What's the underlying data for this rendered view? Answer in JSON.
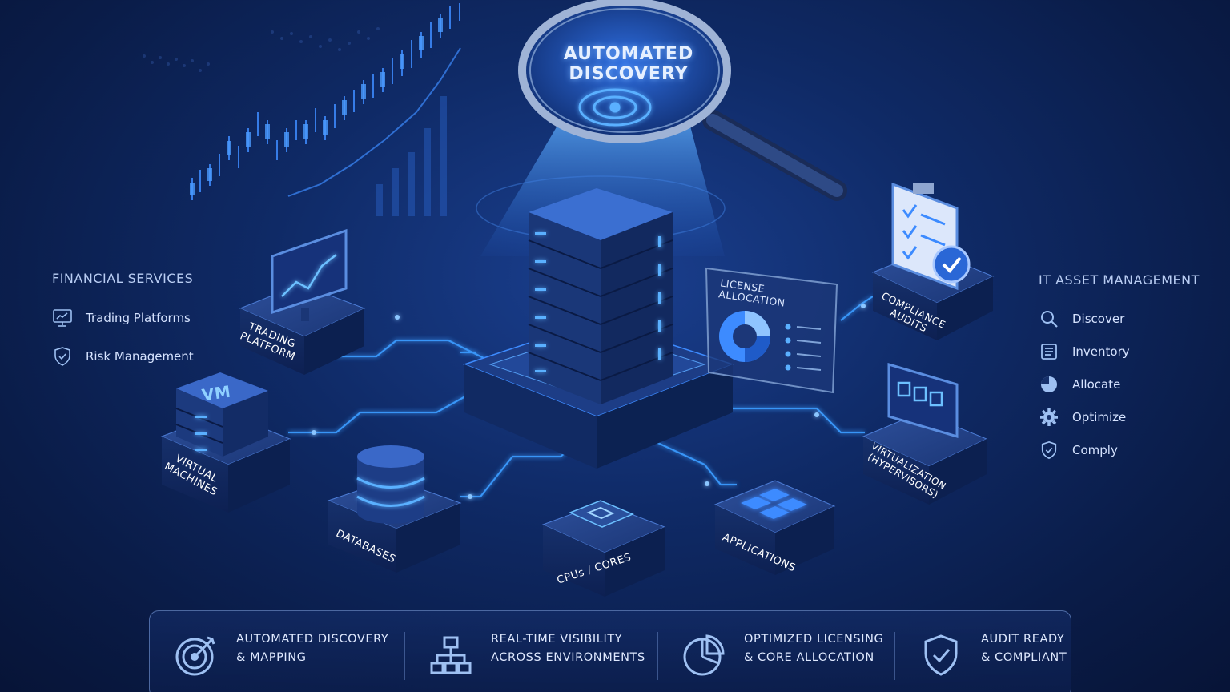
{
  "magnifier": {
    "line1": "AUTOMATED",
    "line2": "DISCOVERY"
  },
  "left_panel": {
    "title": "FINANCIAL SERVICES",
    "items": [
      {
        "label": "Trading Platforms",
        "icon": "monitor-chart-icon"
      },
      {
        "label": "Risk Management",
        "icon": "shield-check-icon"
      }
    ]
  },
  "right_panel": {
    "title": "IT ASSET MANAGEMENT",
    "items": [
      {
        "label": "Discover",
        "icon": "search-icon"
      },
      {
        "label": "Inventory",
        "icon": "list-icon"
      },
      {
        "label": "Allocate",
        "icon": "pie-icon"
      },
      {
        "label": "Optimize",
        "icon": "gear-icon"
      },
      {
        "label": "Comply",
        "icon": "shield-check-icon"
      }
    ]
  },
  "nodes": {
    "trading": "TRADING\nPLATFORM",
    "vm_badge": "VM",
    "virtual": "VIRTUAL\nMACHINES",
    "databases": "DATABASES",
    "cpus": "CPUs / CORES",
    "applications": "APPLICATIONS",
    "virtualization": "VIRTUALIZATION\n(HYPERVISORS)",
    "compliance": "COMPLIANCE\nAUDITS",
    "license": "LICENSE\nALLOCATION"
  },
  "features": [
    {
      "line1": "AUTOMATED DISCOVERY",
      "line2": "& MAPPING",
      "icon": "target-icon"
    },
    {
      "line1": "REAL-TIME VISIBILITY",
      "line2": "ACROSS ENVIRONMENTS",
      "icon": "hierarchy-icon"
    },
    {
      "line1": "OPTIMIZED LICENSING",
      "line2": "& CORE ALLOCATION",
      "icon": "pie-chart-icon"
    },
    {
      "line1": "AUDIT READY",
      "line2": "& COMPLIANT",
      "icon": "shield-check-icon"
    }
  ],
  "colors": {
    "accent": "#3d8bff",
    "glow": "#4aa3ff",
    "bg_dark": "#0a1c48"
  }
}
